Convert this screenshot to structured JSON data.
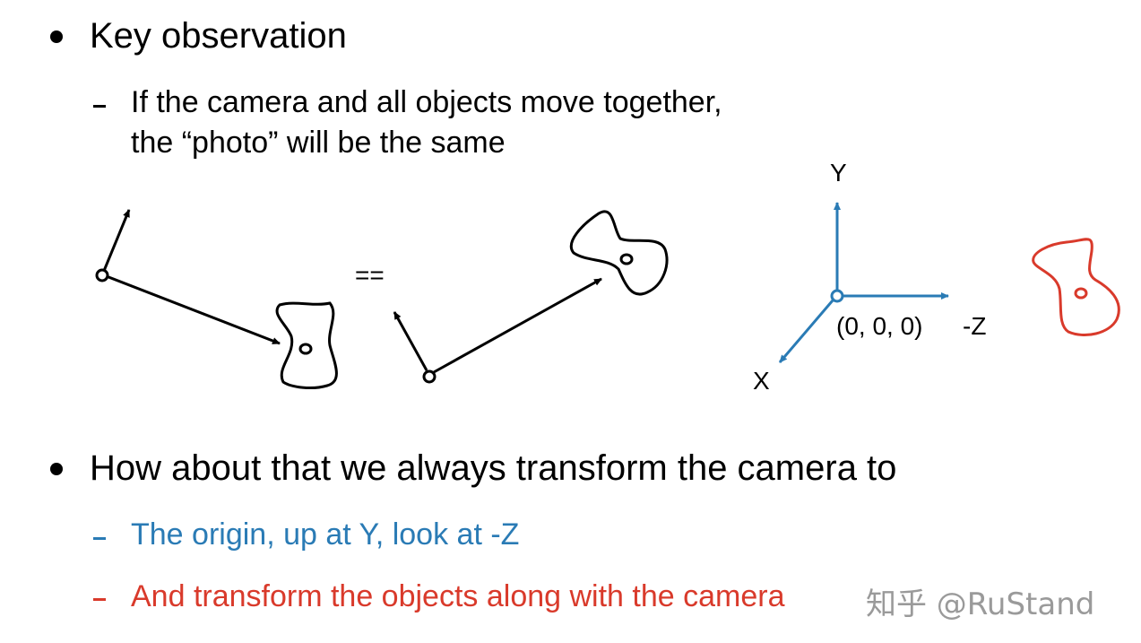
{
  "bullets": [
    {
      "text": "Key observation",
      "subs": [
        {
          "lines": [
            "If the camera and all objects move together,",
            "the “photo” will be the same"
          ]
        }
      ]
    },
    {
      "text": "How about that we always transform the camera to",
      "subs": [
        {
          "text": "The origin, up at Y, look at -Z"
        },
        {
          "text": "And transform the objects along with the camera"
        }
      ]
    }
  ],
  "diagram": {
    "equals": "==",
    "axis_y": "Y",
    "axis_x": "X",
    "axis_neg_z": "-Z",
    "origin_label": "(0, 0, 0)"
  },
  "watermark": "知乎 @RuStand",
  "colors": {
    "text": "#000000",
    "blue": "#2a7bb5",
    "red": "#d93a2b",
    "watermark": "#9a9a9a"
  },
  "icons": [
    "camera-icon",
    "object-icon",
    "arrow-icon"
  ]
}
